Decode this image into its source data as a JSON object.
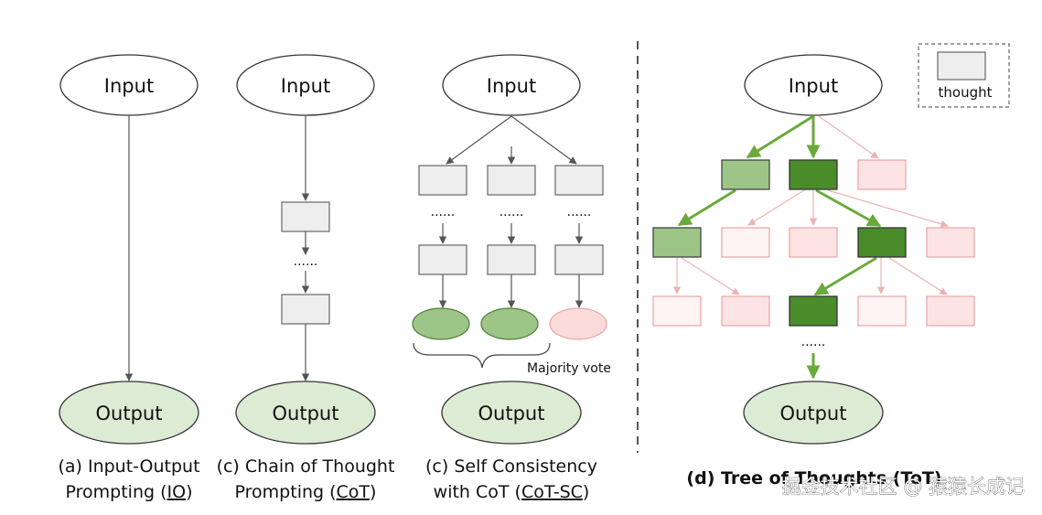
{
  "labels": {
    "input": "Input",
    "output": "Output",
    "dots": "......",
    "majority_vote": "Majority vote",
    "legend_thought": "thought"
  },
  "captions": {
    "io_line1": "(a) Input-Output",
    "io_line2_prefix": "Prompting (",
    "io_line2_link": "IO",
    "io_line2_suffix": ")",
    "cot_line1": "(c) Chain of Thought",
    "cot_line2_prefix": "Prompting (",
    "cot_line2_link": "CoT",
    "cot_line2_suffix": ")",
    "sc_line1": "(c) Self Consistency",
    "sc_line2_prefix": "with CoT (",
    "sc_line2_link": "CoT-SC",
    "sc_line2_suffix": ")",
    "tot": "(d) Tree of Thoughts (ToT)"
  },
  "watermark": "掘金技术社区 @ 猿猿长成记",
  "colors": {
    "green_dark": "#4a8c2a",
    "green_light": "#9cc587",
    "output_fill": "#dcebd4",
    "thought_fill": "#eeeeee",
    "pink_light": "#fde4e4",
    "pink_lighter": "#fff3f3",
    "pink_stroke": "#e9a5a5",
    "pink_ellipse": "#fbdada",
    "arrow_gray": "#555555",
    "arrow_green": "#6aaa3a",
    "arrow_pink": "#eeb2b2"
  }
}
